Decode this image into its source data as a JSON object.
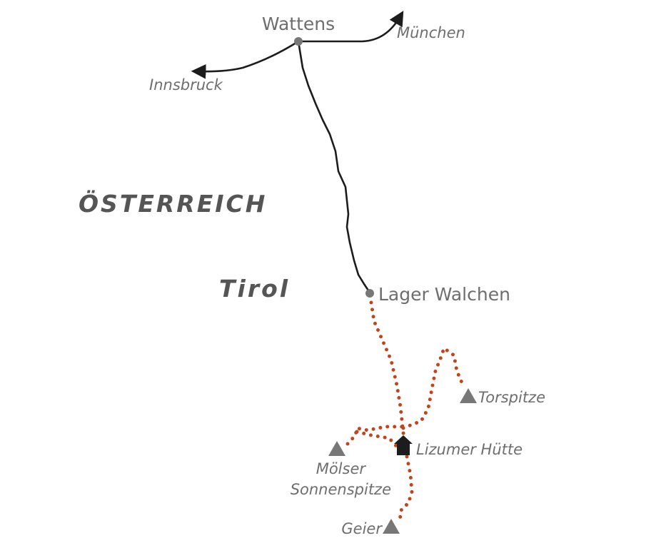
{
  "map": {
    "regions": {
      "country": "ÖSTERREICH",
      "state": "Tirol"
    },
    "towns": {
      "start": "Wattens",
      "trailhead": "Lager Walchen"
    },
    "directions": {
      "west": "Innsbruck",
      "east": "München"
    },
    "hut": "Lizumer Hütte",
    "peaks": {
      "torspitze": "Torspitze",
      "moelser_line1": "Mölser",
      "moelser_line2": "Sonnenspitze",
      "geier": "Geier"
    },
    "colors": {
      "road": "#1c1c1c",
      "trail": "#c4441a",
      "label": "#6e6e6e",
      "marker": "#777777"
    }
  }
}
